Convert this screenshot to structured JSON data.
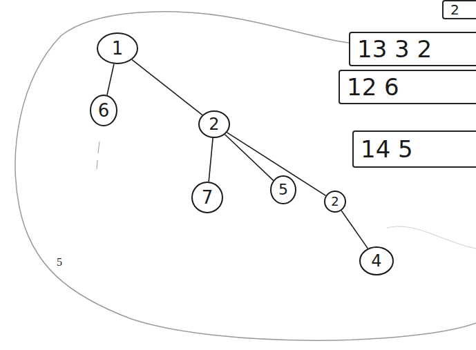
{
  "diagram": {
    "nodes": [
      {
        "text": [
          "1"
        ]
      },
      {
        "text": [
          "6"
        ]
      },
      {
        "text": [
          "2"
        ]
      },
      {
        "text": [
          "7"
        ]
      },
      {
        "text": [
          "5"
        ]
      },
      {
        "text": [
          "2"
        ]
      },
      {
        "text": [
          "4"
        ]
      },
      {
        "text": [
          "2"
        ]
      },
      {
        "text": [
          "13 3 2"
        ]
      },
      {
        "text": [
          "12 6"
        ]
      },
      {
        "text": [
          "14 5"
        ]
      }
    ],
    "edges": [
      {
        "from": 0,
        "to": 1,
        "arrow": "none"
      },
      {
        "from": 0,
        "to": 2,
        "arrow": "none"
      },
      {
        "from": 2,
        "to": 3,
        "arrow": "none"
      },
      {
        "from": 2,
        "to": 4,
        "arrow": "none"
      },
      {
        "from": 2,
        "to": 5,
        "arrow": "none"
      },
      {
        "from": 5,
        "to": 6,
        "arrow": "none"
      }
    ],
    "labels": [
      "5"
    ]
  }
}
